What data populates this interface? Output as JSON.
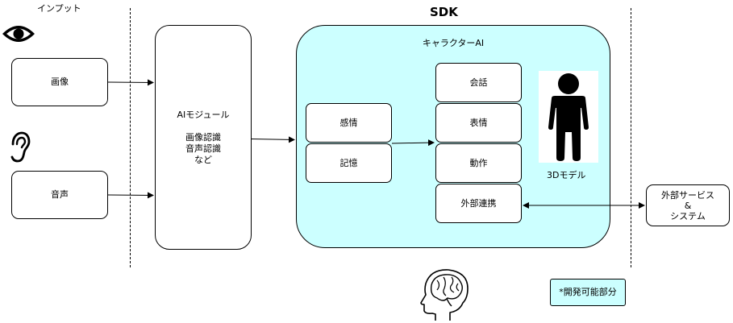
{
  "input_section": {
    "title": "インプット"
  },
  "sdk_title": "SDK",
  "inputs": {
    "image": "画像",
    "voice": "音声"
  },
  "ai_module": {
    "title": "AIモジュール",
    "items": [
      "画像認識",
      "音声認識",
      "など"
    ]
  },
  "character_ai": {
    "title": "キャラクターAI",
    "emotion": "感情",
    "memory": "記憶",
    "conversation": "会話",
    "expression": "表情",
    "motion": "動作",
    "external_link": "外部連携",
    "model_3d": "3Dモデル",
    "fill_color": "#ccffff"
  },
  "external_service": {
    "line1": "外部サービス",
    "line2": "&",
    "line3": "システム"
  },
  "legend": {
    "note": "*開発可能部分",
    "fill_color": "#ccffff"
  },
  "icons": [
    "eye-icon",
    "ear-icon",
    "human-figure-icon",
    "brain-head-icon"
  ]
}
